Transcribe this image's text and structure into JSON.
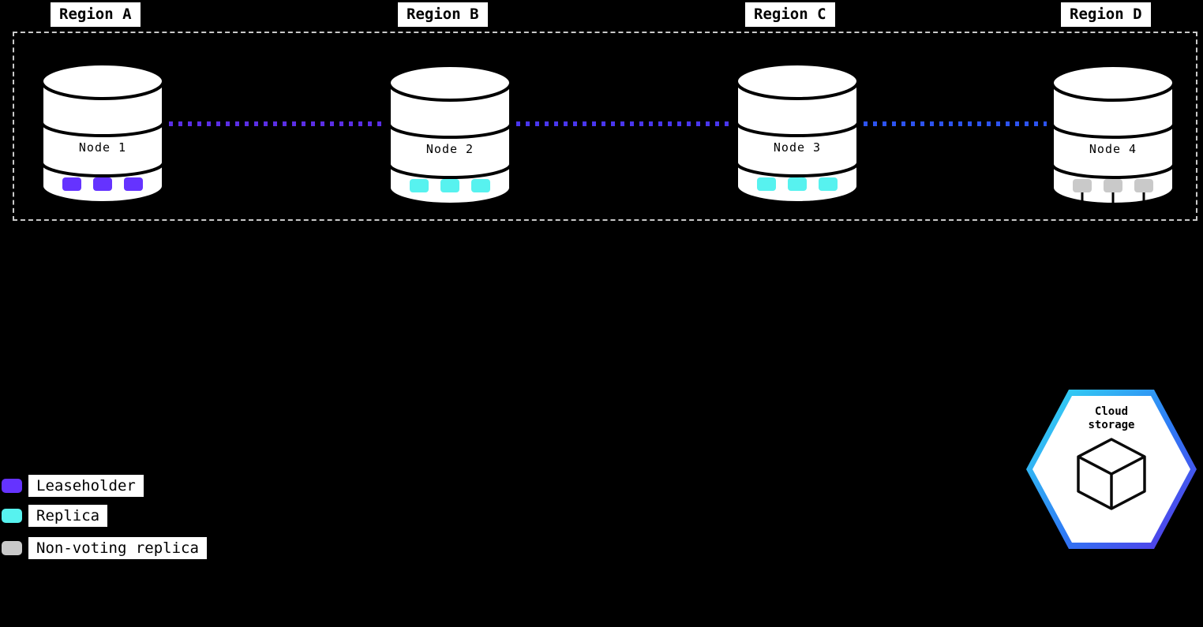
{
  "diagram": {
    "regions": [
      "Region A",
      "Region B",
      "Region C",
      "Region D"
    ],
    "nodes": [
      {
        "label": "Node 1",
        "marker_color": "#6533ff"
      },
      {
        "label": "Node 2",
        "marker_color": "#57f2ef"
      },
      {
        "label": "Node 3",
        "marker_color": "#57f2ef"
      },
      {
        "label": "Node 4",
        "marker_color": "#c9c9c9"
      }
    ],
    "connectors": [
      {
        "color": "#5b2ee5"
      },
      {
        "color": "#4936ee"
      },
      {
        "color": "#2d53f0"
      }
    ],
    "legend": [
      {
        "label": "Leaseholder",
        "color": "#6533ff"
      },
      {
        "label": "Replica",
        "color": "#57f2ef"
      },
      {
        "label": "Non-voting replica",
        "color": "#c9c9c9"
      }
    ],
    "cloud_storage": {
      "label": "Cloud storage",
      "border_colors": [
        "#35e3f2",
        "#2e7bf5",
        "#5b2ee5"
      ]
    }
  }
}
